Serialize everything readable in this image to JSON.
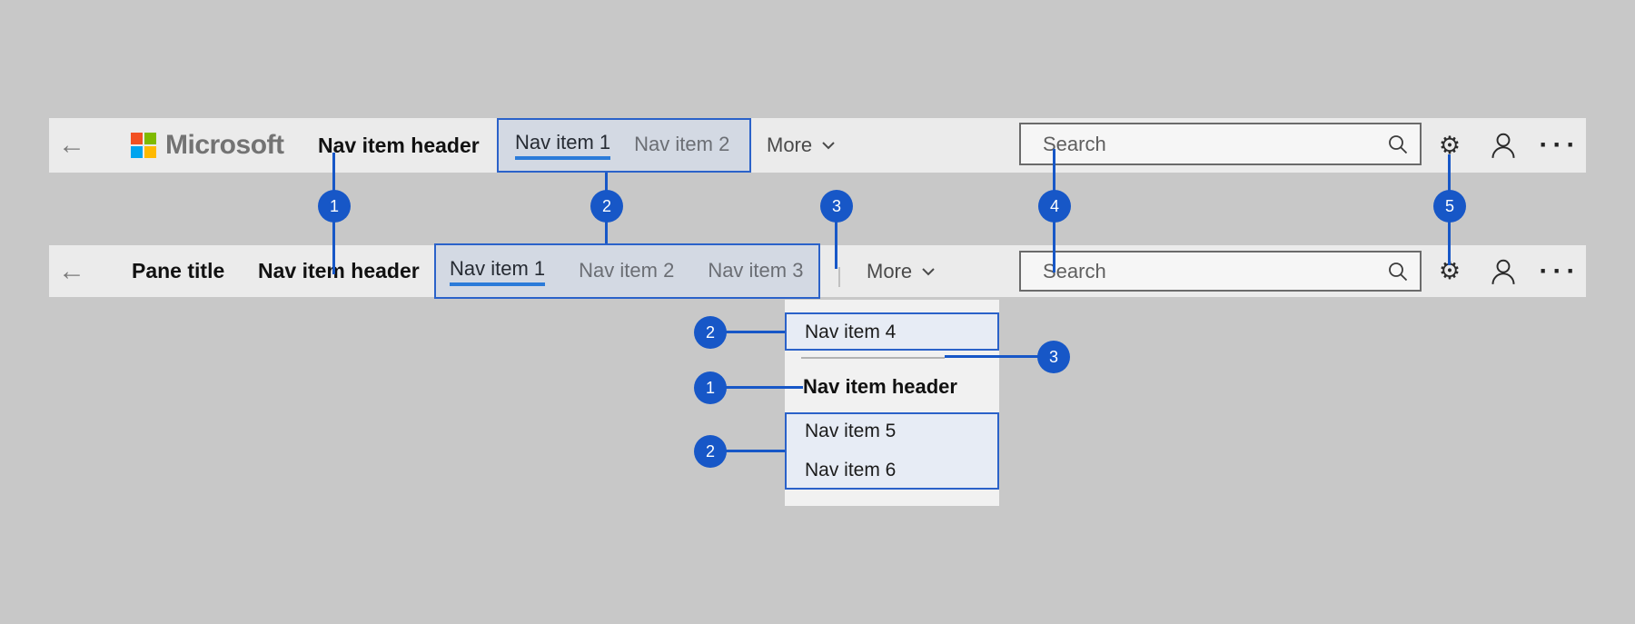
{
  "icons": {
    "back": "←",
    "gear": "⚙",
    "ellipsis": "···"
  },
  "colors": {
    "page_bg": "#c8c8c8",
    "bar_bg": "#ebebeb",
    "panel_bg": "#f1f1f1",
    "highlight_fill": "#d3d9e3",
    "highlight_border": "#2b62c9",
    "selected_underline": "#2b7bd9",
    "callout_blue": "#1757c7",
    "logo_red": "#f25022",
    "logo_green": "#7fba00",
    "logo_blue": "#00a4ef",
    "logo_yellow": "#ffb900"
  },
  "top_bar": {
    "logo_text": "Microsoft",
    "nav_header": "Nav item header",
    "nav_items": [
      {
        "label": "Nav item 1",
        "selected": true
      },
      {
        "label": "Nav item 2",
        "selected": false
      }
    ],
    "more_label": "More",
    "search_placeholder": "Search"
  },
  "pane_bar": {
    "pane_title": "Pane title",
    "nav_header": "Nav item header",
    "nav_items": [
      {
        "label": "Nav item 1",
        "selected": true
      },
      {
        "label": "Nav item 2",
        "selected": false
      },
      {
        "label": "Nav item 3",
        "selected": false
      }
    ],
    "more_label": "More",
    "search_placeholder": "Search"
  },
  "dropdown": {
    "top_items": [
      "Nav item 4"
    ],
    "header": "Nav item header",
    "bottom_items": [
      "Nav item 5",
      "Nav item 6"
    ]
  },
  "callouts": {
    "row": [
      "1",
      "2",
      "3",
      "4",
      "5"
    ],
    "dropdown": [
      "2",
      "1",
      "3",
      "2"
    ]
  }
}
